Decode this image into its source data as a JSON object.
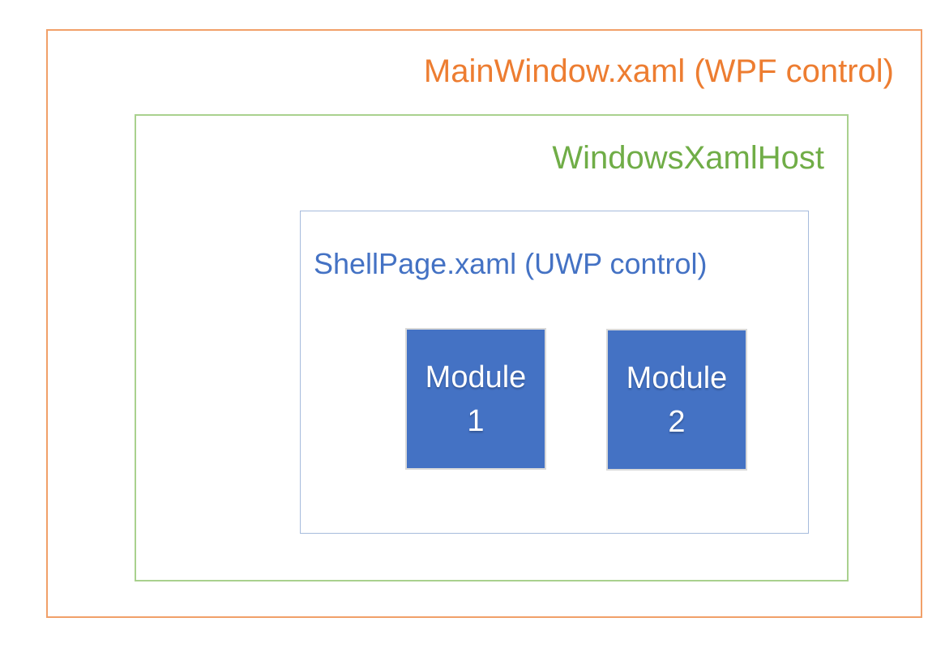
{
  "diagram": {
    "type": "nested-architecture-diagram",
    "boxes": {
      "mainwindow": {
        "label": "MainWindow.xaml (WPF control)",
        "border_color": "#f1a069",
        "label_color": "#ed7d31"
      },
      "xamlhost": {
        "label": "WindowsXamlHost",
        "border_color": "#a9d18e",
        "label_color": "#70ad47"
      },
      "shellpage": {
        "label": "ShellPage.xaml (UWP control)",
        "border_color": "#a6bbdc",
        "label_color": "#4472c4"
      }
    },
    "modules": [
      {
        "name": "Module 1",
        "line1": "Module",
        "line2": "1",
        "fill_color": "#4472c4",
        "border_color": "#d9d9d9",
        "text_color": "#ffffff"
      },
      {
        "name": "Module 2",
        "line1": "Module",
        "line2": "2",
        "fill_color": "#4472c4",
        "border_color": "#d9d9d9",
        "text_color": "#ffffff"
      }
    ]
  }
}
